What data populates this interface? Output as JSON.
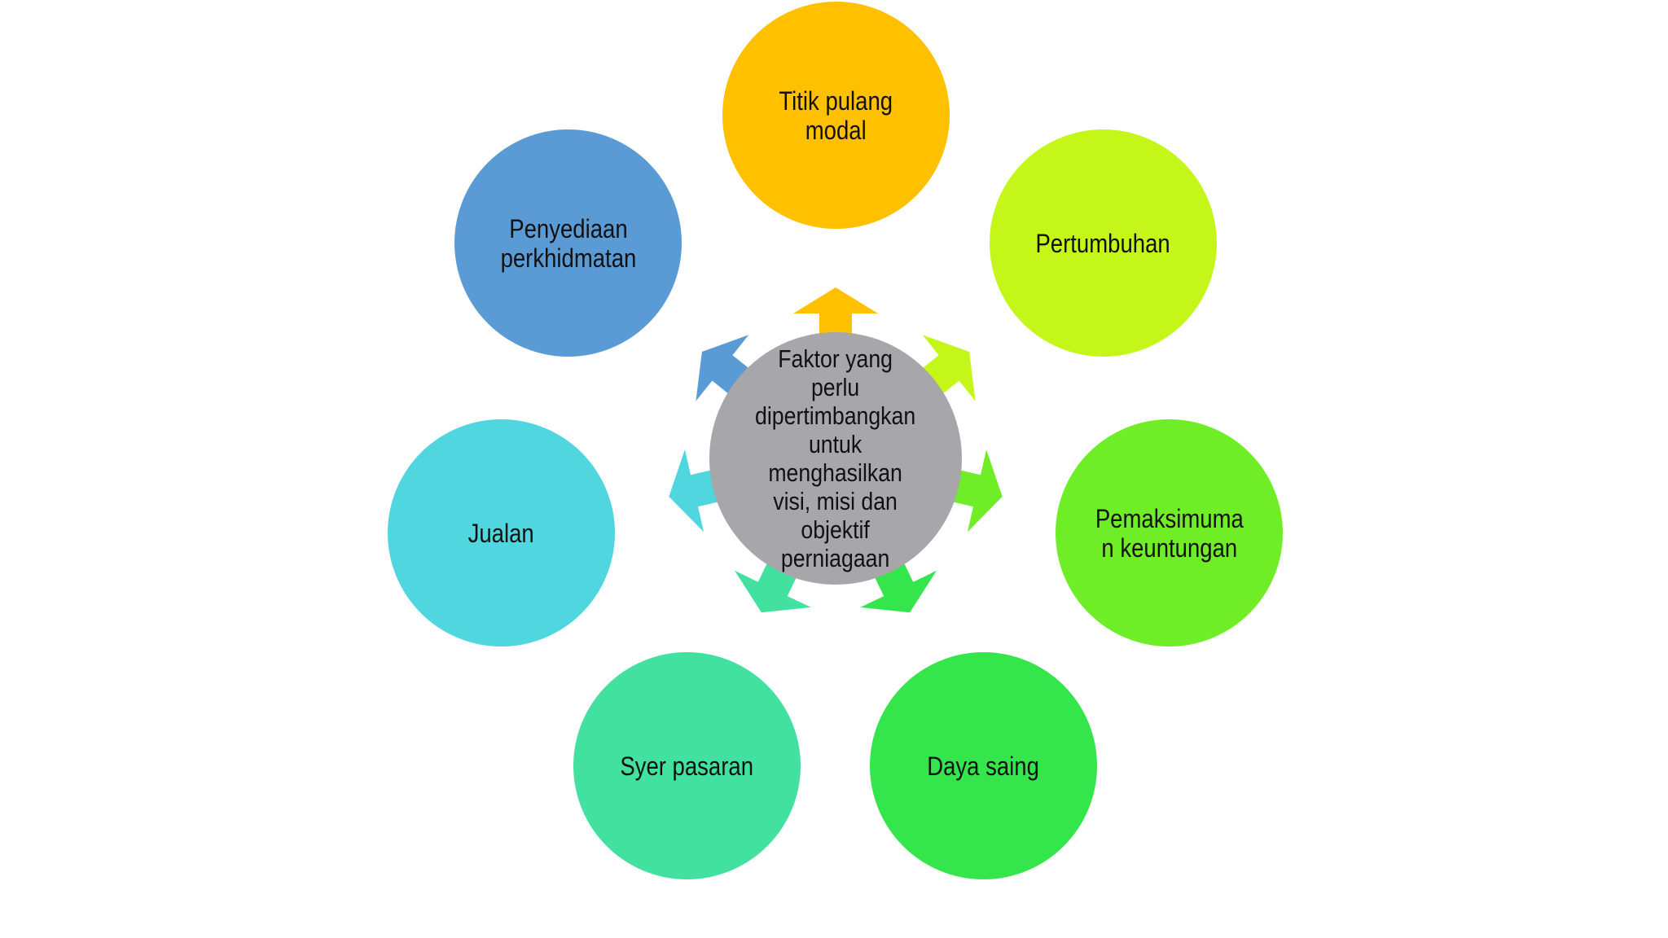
{
  "center": {
    "label": "Faktor yang\nperlu\ndipertimbangkan\nuntuk\nmenghasilkan\nvisi, misi dan\nobjektif\nperniagaan",
    "color": "#a7a6aa"
  },
  "nodes": [
    {
      "id": "titik-pulang-modal",
      "label": "Titik pulang\nmodal",
      "color": "#ffc000"
    },
    {
      "id": "pertumbuhan",
      "label": "Pertumbuhan",
      "color": "#c4f719"
    },
    {
      "id": "pemaksimuman-keuntungan",
      "label": "Pemaksimuma\nn keuntungan",
      "color": "#6fee27"
    },
    {
      "id": "daya-saing",
      "label": "Daya saing",
      "color": "#34e64b"
    },
    {
      "id": "syer-pasaran",
      "label": "Syer pasaran",
      "color": "#42e1a0"
    },
    {
      "id": "jualan",
      "label": "Jualan",
      "color": "#4fd6de"
    },
    {
      "id": "penyediaan-perkhidmatan",
      "label": "Penyediaan\nperkhidmatan",
      "color": "#5b9bd5"
    }
  ]
}
